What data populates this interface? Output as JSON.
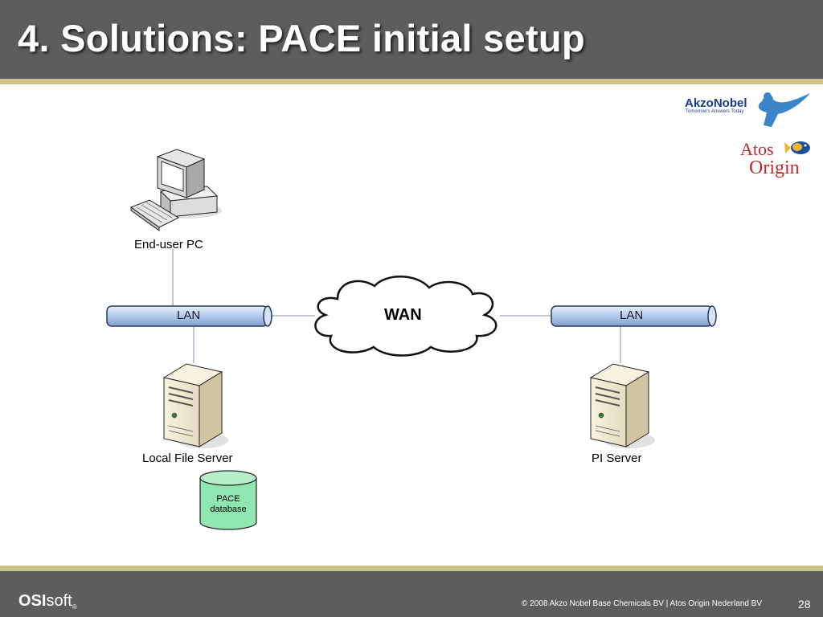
{
  "slide": {
    "title": "4. Solutions: PACE initial setup",
    "page_number": "28"
  },
  "footer": {
    "brand_bold": "OSI",
    "brand_light": "soft",
    "brand_mark": "®",
    "copyright": "© 2008 Akzo Nobel Base Chemicals BV  |  Atos Origin Nederland BV"
  },
  "logos": {
    "akzo_name": "AkzoNobel",
    "akzo_tagline": "Tomorrow's Answers Today",
    "atos_line1": "Atos",
    "atos_line2": "Origin"
  },
  "diagram": {
    "end_user_pc": "End-user PC",
    "lan_left": "LAN",
    "lan_right": "LAN",
    "wan": "WAN",
    "local_file_server": "Local File Server",
    "pi_server": "PI Server",
    "pace_database": "PACE\ndatabase"
  },
  "colors": {
    "header_bg": "#5b5d5e",
    "accent_rule": "#cdc28a",
    "lan_pipe": "#b6cdec",
    "database": "#8fe6b0",
    "akzo_blue": "#1a3a8a",
    "atos_red": "#c0282a"
  }
}
